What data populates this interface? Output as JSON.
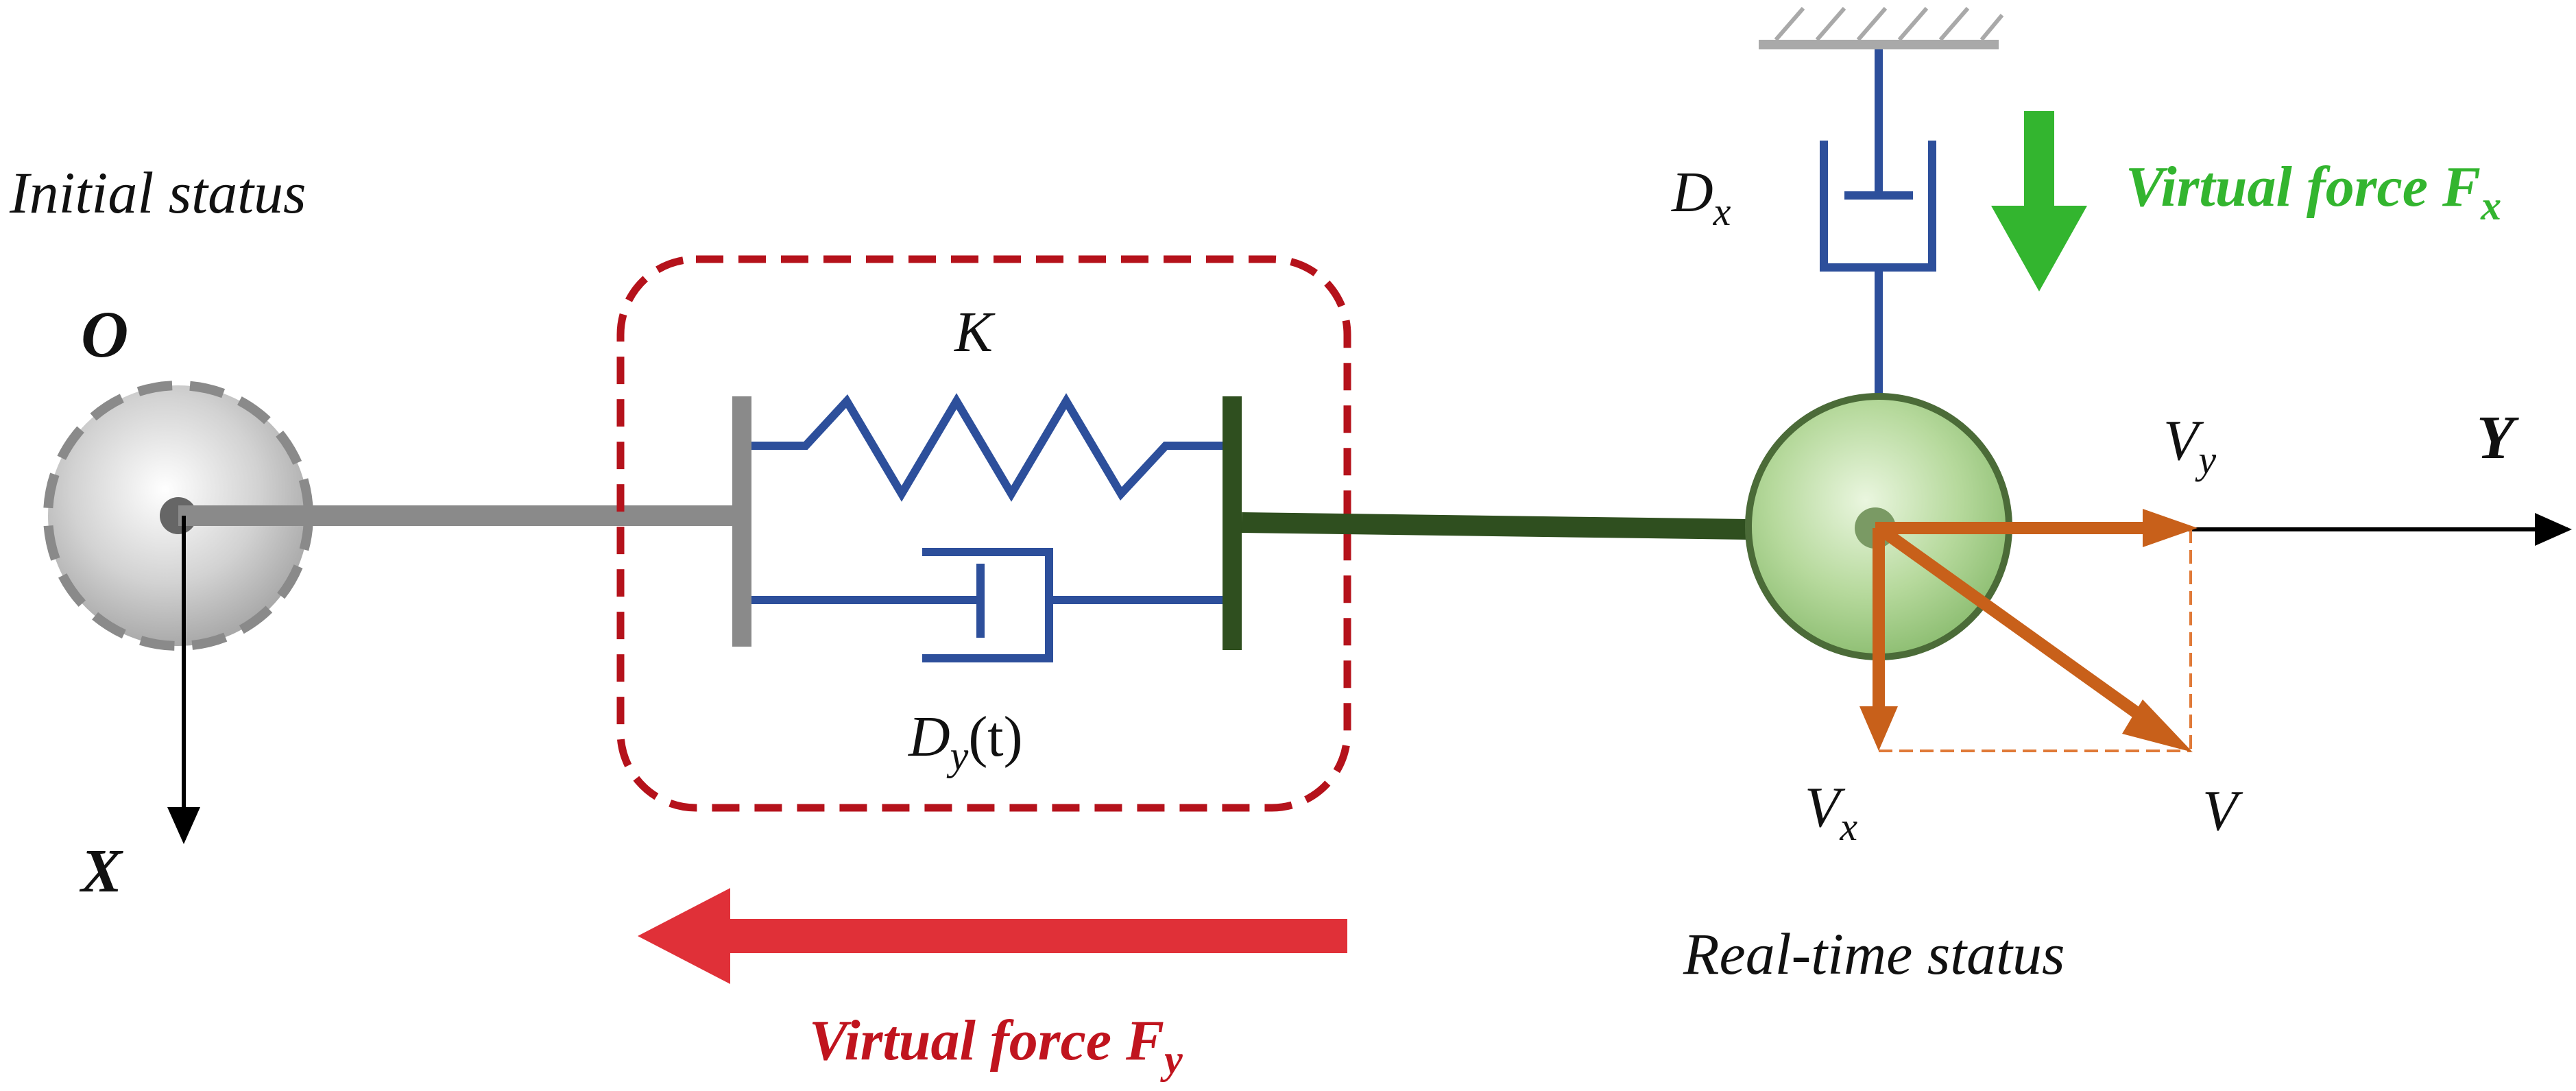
{
  "labels": {
    "initial_status": "Initial status",
    "origin": "O",
    "axis_x": "X",
    "axis_y": "Y",
    "spring": "K",
    "damper_y_main": "D",
    "damper_y_sub": "y",
    "damper_y_suffix": "(t)",
    "damper_x_main": "D",
    "damper_x_sub": "x",
    "force_x_main": "Virtual force F",
    "force_x_sub": "x",
    "force_y_main": "Virtual force F",
    "force_y_sub": "y",
    "vel_y_main": "V",
    "vel_y_sub": "y",
    "vel_x_main": "V",
    "vel_x_sub": "x",
    "vel_total": "V",
    "realtime_status": "Real-time status"
  },
  "colors": {
    "spring_damper": "#2d4f9b",
    "gray_body": "#8a8a8a",
    "dark_green": "#2f4f1f",
    "ball_green": "#a8cf8e",
    "velocity": "#c8601a",
    "force_green": "#33b52f",
    "force_red": "#e03038",
    "dashed_box": "#b5121b"
  },
  "icons": {
    "initial_mass": "gray-ball-icon",
    "realtime_mass": "green-ball-icon",
    "ground": "fixed-ground-hatch-icon"
  }
}
